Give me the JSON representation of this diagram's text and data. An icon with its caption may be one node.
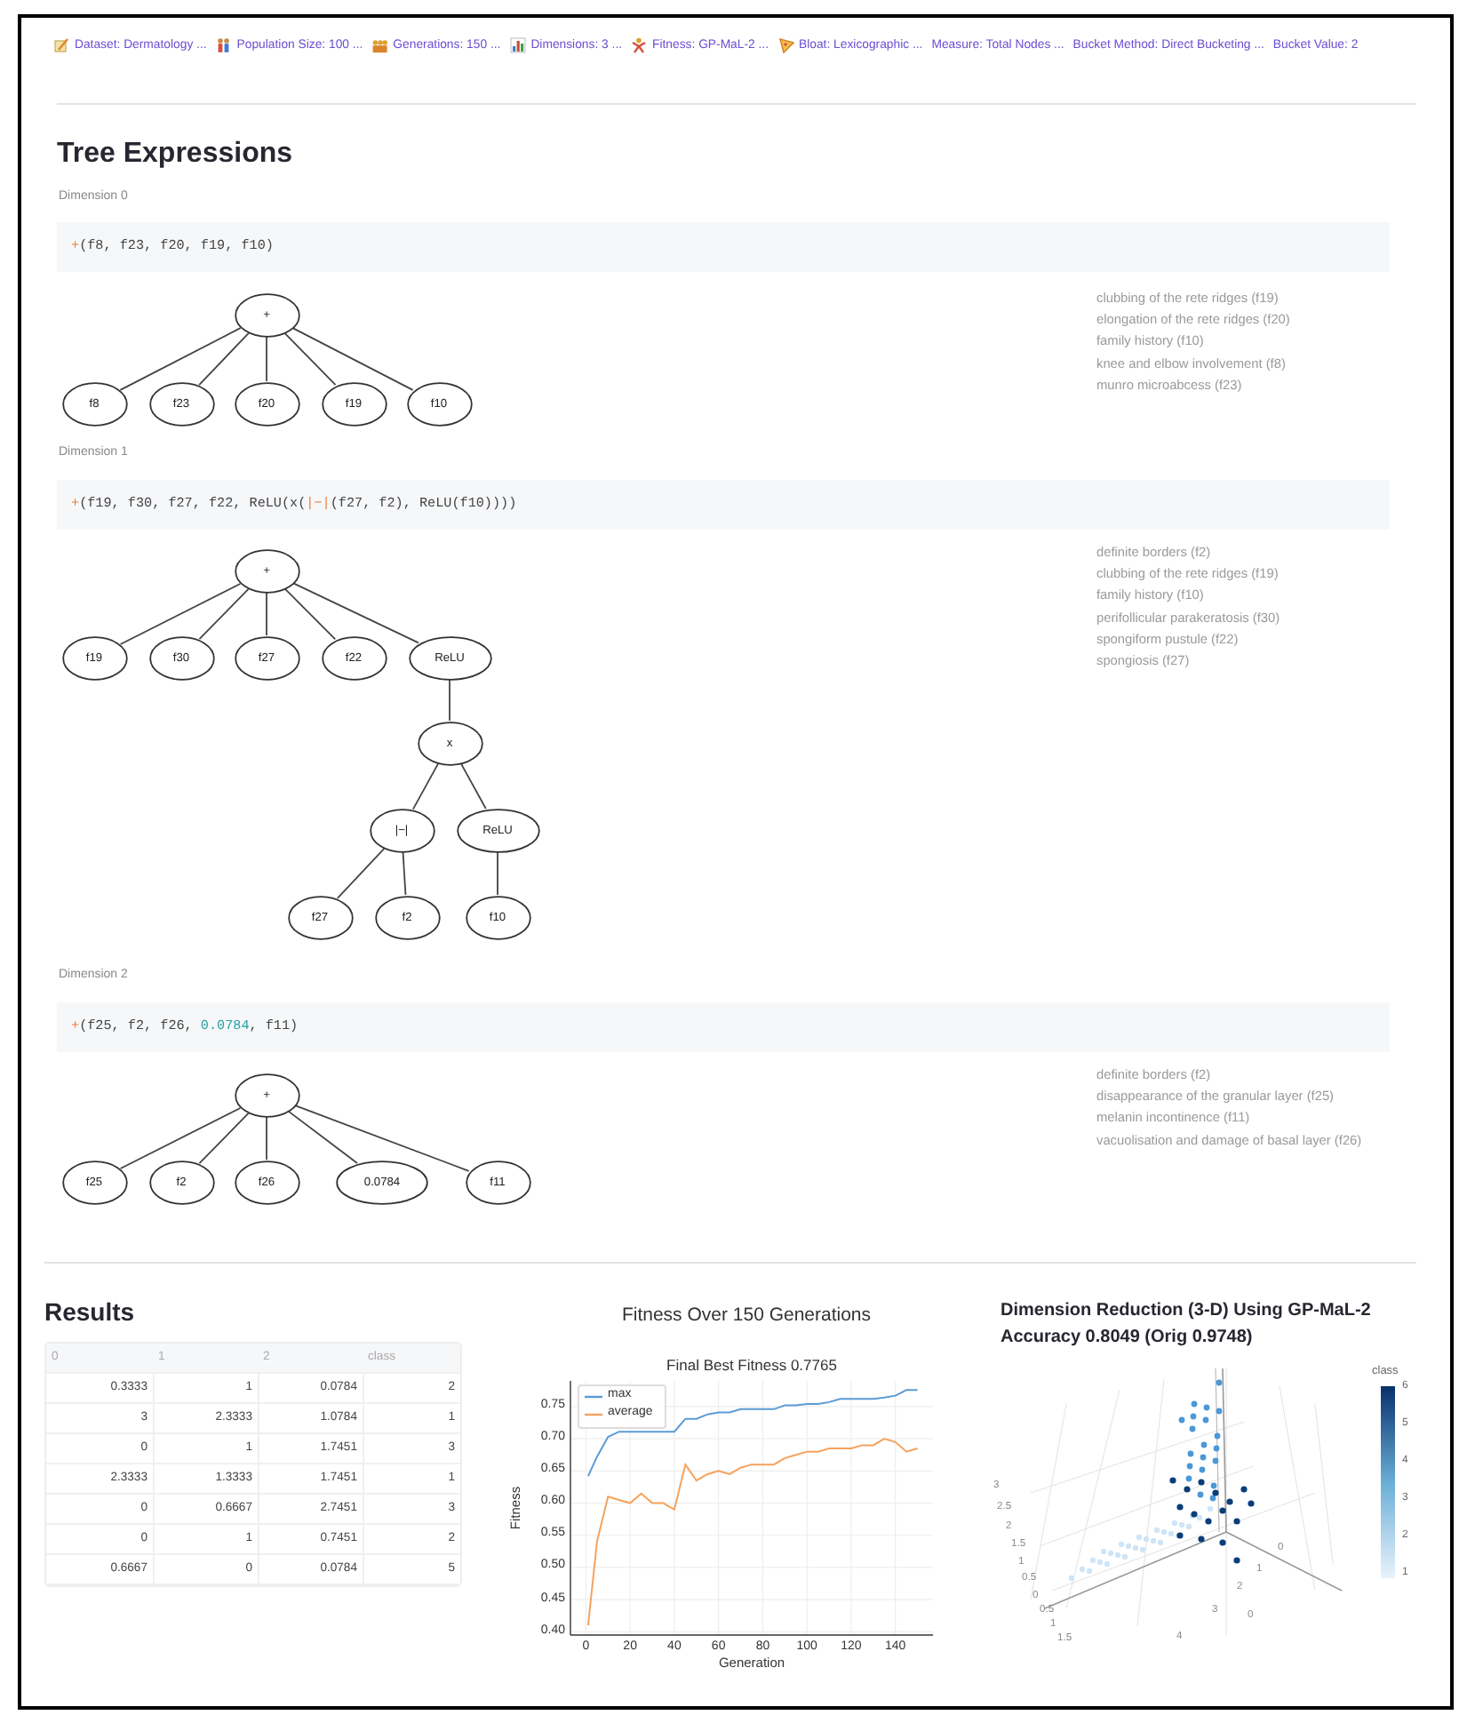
{
  "diagram": {
    "nodes": [
      {
        "text": [
          "+"
        ]
      },
      {
        "text": [
          "f8"
        ]
      },
      {
        "text": [
          "f23"
        ]
      },
      {
        "text": [
          "f20"
        ]
      },
      {
        "text": [
          "f19"
        ]
      },
      {
        "text": [
          "f10"
        ]
      },
      {
        "text": [
          "+"
        ]
      },
      {
        "text": [
          "f19"
        ]
      },
      {
        "text": [
          "f30"
        ]
      },
      {
        "text": [
          "f27"
        ]
      },
      {
        "text": [
          "f22"
        ]
      },
      {
        "text": [
          "ReLU"
        ]
      },
      {
        "text": [
          "x"
        ]
      },
      {
        "text": [
          "|−|"
        ]
      },
      {
        "text": [
          "ReLU"
        ]
      },
      {
        "text": [
          "f27"
        ]
      },
      {
        "text": [
          "f2"
        ]
      },
      {
        "text": [
          "f10"
        ]
      },
      {
        "text": [
          "+"
        ]
      },
      {
        "text": [
          "f25"
        ]
      },
      {
        "text": [
          "f2"
        ]
      },
      {
        "text": [
          "f26"
        ]
      },
      {
        "text": [
          "0.0784"
        ]
      },
      {
        "text": [
          "f11"
        ]
      }
    ],
    "edges": [
      {
        "from": 0,
        "to": 1,
        "arrow": "none"
      },
      {
        "from": 0,
        "to": 2,
        "arrow": "none"
      },
      {
        "from": 0,
        "to": 3,
        "arrow": "none"
      },
      {
        "from": 0,
        "to": 4,
        "arrow": "none"
      },
      {
        "from": 0,
        "to": 5,
        "arrow": "none"
      },
      {
        "from": 6,
        "to": 7,
        "arrow": "none"
      },
      {
        "from": 6,
        "to": 8,
        "arrow": "none"
      },
      {
        "from": 6,
        "to": 9,
        "arrow": "none"
      },
      {
        "from": 6,
        "to": 10,
        "arrow": "none"
      },
      {
        "from": 6,
        "to": 11,
        "arrow": "none"
      },
      {
        "from": 11,
        "to": 12,
        "arrow": "none"
      },
      {
        "from": 12,
        "to": 13,
        "arrow": "none"
      },
      {
        "from": 12,
        "to": 14,
        "arrow": "none"
      },
      {
        "from": 13,
        "to": 15,
        "arrow": "none"
      },
      {
        "from": 13,
        "to": 16,
        "arrow": "none"
      },
      {
        "from": 14,
        "to": 17,
        "arrow": "none"
      },
      {
        "from": 18,
        "to": 19,
        "arrow": "none"
      },
      {
        "from": 18,
        "to": 20,
        "arrow": "none"
      },
      {
        "from": 18,
        "to": 21,
        "arrow": "none"
      },
      {
        "from": 18,
        "to": 22,
        "arrow": "none"
      },
      {
        "from": 18,
        "to": 23,
        "arrow": "none"
      }
    ],
    "labels": [
      "Dataset: Dermatology ...",
      "Population Size: 100 ...",
      "Generations: 150 ...",
      "Dimensions: 3 ...",
      "Fitness: GP-MaL-2 ...",
      "Bloat: Lexicographic ...",
      "Measure: Total Nodes ...",
      "Bucket Method: Direct Bucketing ...",
      "Bucket Value: 2",
      "Tree Expressions",
      "Dimension 0",
      "+(f8, f23, f20, f19, f10)",
      "clubbing of the rete ridges (f19)",
      "elongation of the rete ridges (f20)",
      "family history (f10)",
      "knee and elbow involvement (f8)",
      "munro microabcess (f23)",
      "Dimension 1",
      "+(f19, f30, f27, f22, ReLU(x(|−|(f27, f2), ReLU(f10))))",
      "definite borders (f2)",
      "clubbing of the rete ridges (f19)",
      "family history (f10)",
      "perifollicular parakeratosis (f30)",
      "spongiform pustule (f22)",
      "spongiosis (f27)",
      "Dimension 2",
      "+(f25, f2, f26, 0.0784, f11)",
      "definite borders (f2)",
      "disappearance of the granular layer (f25)",
      "melanin incontinence (f11)",
      "vacuolisation and damage of basal layer (f26)",
      "Results",
      "0",
      "1",
      "2",
      "class",
      "0.3333",
      "1",
      "0.0784",
      "2",
      "3",
      "2.3333",
      "1.0784",
      "1",
      "0",
      "1",
      "1.7451",
      "3",
      "2.3333",
      "1.3333",
      "1.7451",
      "1",
      "0",
      "0.6667",
      "2.7451",
      "3",
      "0",
      "1",
      "0.7451",
      "2",
      "0.6667",
      "0",
      "0.0784",
      "5",
      "Final Best Fitness 0.7765",
      "Dimension Reduction (3-D) Using GP-MaL-2",
      "Accuracy 0.8049 (Orig 0.9748)",
      "class",
      "6",
      "5",
      "4",
      "3",
      "2",
      "1",
      "3",
      "2.5",
      "2",
      "1.5",
      "1",
      "0.5",
      "0",
      "0.5",
      "1",
      "1.5",
      "0",
      "1",
      "2",
      "3",
      "4",
      "0"
    ],
    "chart_data": {
      "type": "line",
      "title": "Fitness Over 150 Generations",
      "xlabel": "Generation",
      "ylabel": "Fitness",
      "x": [
        1,
        5,
        10,
        15,
        20,
        25,
        30,
        35,
        40,
        45,
        50,
        55,
        60,
        65,
        70,
        75,
        80,
        85,
        90,
        95,
        100,
        105,
        110,
        115,
        120,
        125,
        130,
        135,
        140,
        145,
        150
      ],
      "series": [
        {
          "name": "max",
          "color": "#5b9bd5",
          "values": [
            0.642,
            0.672,
            0.703,
            0.711,
            0.711,
            0.711,
            0.711,
            0.711,
            0.711,
            0.731,
            0.731,
            0.738,
            0.741,
            0.741,
            0.746,
            0.746,
            0.746,
            0.746,
            0.752,
            0.752,
            0.754,
            0.754,
            0.757,
            0.762,
            0.762,
            0.762,
            0.762,
            0.764,
            0.767,
            0.776,
            0.776
          ]
        },
        {
          "name": "average",
          "color": "#f5a25d",
          "values": [
            0.41,
            0.54,
            0.61,
            0.605,
            0.6,
            0.615,
            0.6,
            0.6,
            0.59,
            0.66,
            0.635,
            0.645,
            0.65,
            0.645,
            0.655,
            0.66,
            0.66,
            0.66,
            0.67,
            0.675,
            0.68,
            0.68,
            0.685,
            0.685,
            0.685,
            0.69,
            0.69,
            0.7,
            0.695,
            0.68,
            0.685
          ]
        }
      ],
      "xlim": [
        -7,
        157
      ],
      "ylim": [
        0.395,
        0.79
      ],
      "xticks": [
        0,
        20,
        40,
        60,
        80,
        100,
        120,
        140
      ],
      "yticks": [
        {
          "value": 0.4,
          "label": "0.40"
        },
        {
          "value": 0.45,
          "label": "0.45"
        },
        {
          "value": 0.5,
          "label": "0.50"
        },
        {
          "value": 0.55,
          "label": "0.55"
        },
        {
          "value": 0.6,
          "label": "0.60"
        },
        {
          "value": 0.65,
          "label": "0.65"
        },
        {
          "value": 0.7,
          "label": "0.70"
        },
        {
          "value": 0.75,
          "label": "0.75"
        }
      ],
      "grid": true,
      "legend": true
    }
  }
}
